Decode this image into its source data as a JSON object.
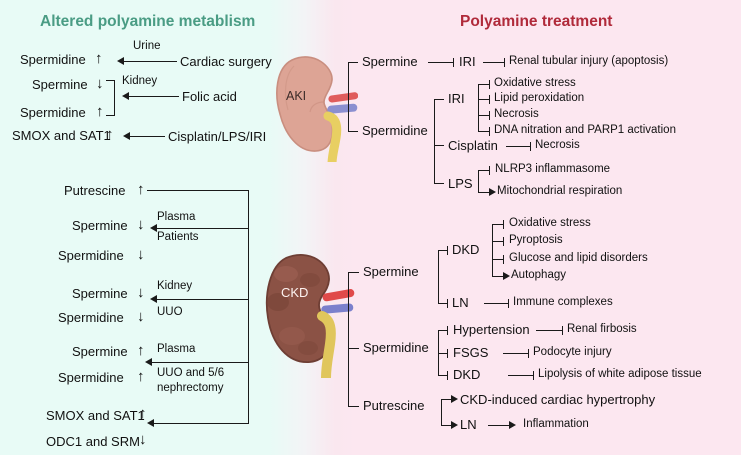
{
  "figure": {
    "domain": "biomedical-pathway-diagram",
    "panels": {
      "left": {
        "title": "Altered polyamine metablism",
        "color": "#4a9c84",
        "bg": "#e8fbf6"
      },
      "right": {
        "title": "Polyamine treatment",
        "color": "#b02a3a",
        "bg": "#fce7f0"
      }
    }
  },
  "kidneys": [
    {
      "label": "AKI",
      "tone": "#dda495",
      "name": "aki-kidney"
    },
    {
      "label": "CKD",
      "tone": "#8b5245",
      "name": "ckd-kidney"
    }
  ],
  "aki_altered": {
    "rows": [
      {
        "analyte": "Spermidine",
        "dir": "up",
        "tissue": "Urine",
        "trigger": "Cardiac surgery"
      },
      {
        "analyte": "Spermine",
        "dir": "down",
        "tissue": "Kidney",
        "trigger": "Folic acid"
      },
      {
        "analyte": "Spermidine",
        "dir": "up",
        "tissue": "",
        "trigger": ""
      },
      {
        "analyte": "SMOX and SAT1",
        "dir": "up",
        "tissue": "",
        "trigger": "Cisplatin/LPS/IRI"
      }
    ]
  },
  "ckd_altered": {
    "rows": [
      {
        "analyte": "Putrescine",
        "dir": "up",
        "tissue": "",
        "trigger": ""
      },
      {
        "analyte": "Spermine",
        "dir": "down",
        "tissue": "Plasma",
        "trigger": "Patients"
      },
      {
        "analyte": "Spermidine",
        "dir": "down",
        "tissue": "",
        "trigger": ""
      },
      {
        "analyte": "Spermine",
        "dir": "down",
        "tissue": "Kidney",
        "trigger": "UUO"
      },
      {
        "analyte": "Spermidine",
        "dir": "down",
        "tissue": "",
        "trigger": ""
      },
      {
        "analyte": "Spermine",
        "dir": "up",
        "tissue": "Plasma",
        "trigger": "UUO and 5/6"
      },
      {
        "analyte": "Spermidine",
        "dir": "up",
        "tissue": "",
        "trigger": "nephrectomy"
      },
      {
        "analyte": "SMOX and SAT1",
        "dir": "up",
        "tissue": "",
        "trigger": ""
      },
      {
        "analyte": "ODC1  and SRM",
        "dir": "down",
        "tissue": "",
        "trigger": ""
      }
    ]
  },
  "aki_treatment": {
    "agents": [
      {
        "name": "Spermine",
        "conditions": [
          {
            "name": "IRI",
            "effects": [
              {
                "text": "Renal tubular injury (apoptosis)",
                "mark": "inhibit"
              }
            ]
          }
        ]
      },
      {
        "name": "Spermidine",
        "conditions": [
          {
            "name": "IRI",
            "effects": [
              {
                "text": "Oxidative stress",
                "mark": "inhibit"
              },
              {
                "text": "Lipid peroxidation",
                "mark": "inhibit"
              },
              {
                "text": "Necrosis",
                "mark": "inhibit"
              },
              {
                "text": "DNA nitration and PARP1 activation",
                "mark": "inhibit"
              }
            ]
          },
          {
            "name": "Cisplatin",
            "effects": [
              {
                "text": "Necrosis",
                "mark": "inhibit"
              }
            ]
          },
          {
            "name": "LPS",
            "effects": [
              {
                "text": "NLRP3 inflammasome",
                "mark": "inhibit"
              },
              {
                "text": "Mitochondrial respiration",
                "mark": "activate"
              }
            ]
          }
        ]
      }
    ]
  },
  "ckd_treatment": {
    "agents": [
      {
        "name": "Spermine",
        "conditions": [
          {
            "name": "DKD",
            "effects": [
              {
                "text": "Oxidative stress",
                "mark": "inhibit"
              },
              {
                "text": "Pyroptosis",
                "mark": "inhibit"
              },
              {
                "text": "Glucose and lipid disorders",
                "mark": "inhibit"
              },
              {
                "text": "Autophagy",
                "mark": "activate"
              }
            ]
          },
          {
            "name": "LN",
            "effects": [
              {
                "text": "Immune complexes",
                "mark": "inhibit"
              }
            ]
          }
        ]
      },
      {
        "name": "Spermidine",
        "conditions": [
          {
            "name": "Hypertension",
            "effects": [
              {
                "text": "Renal firbosis",
                "mark": "inhibit"
              }
            ]
          },
          {
            "name": "FSGS",
            "effects": [
              {
                "text": "Podocyte injury",
                "mark": "inhibit"
              }
            ]
          },
          {
            "name": "DKD",
            "effects": [
              {
                "text": "Lipolysis of white adipose tissue",
                "mark": "inhibit"
              }
            ]
          }
        ]
      },
      {
        "name": "Putrescine",
        "conditions": [
          {
            "name": "CKD-induced cardiac hypertrophy",
            "effects": []
          },
          {
            "name": "LN",
            "effects": [
              {
                "text": "Inflammation",
                "mark": "activate"
              }
            ]
          }
        ]
      }
    ]
  },
  "glyphs": {
    "up": "↑",
    "down": "↓"
  }
}
